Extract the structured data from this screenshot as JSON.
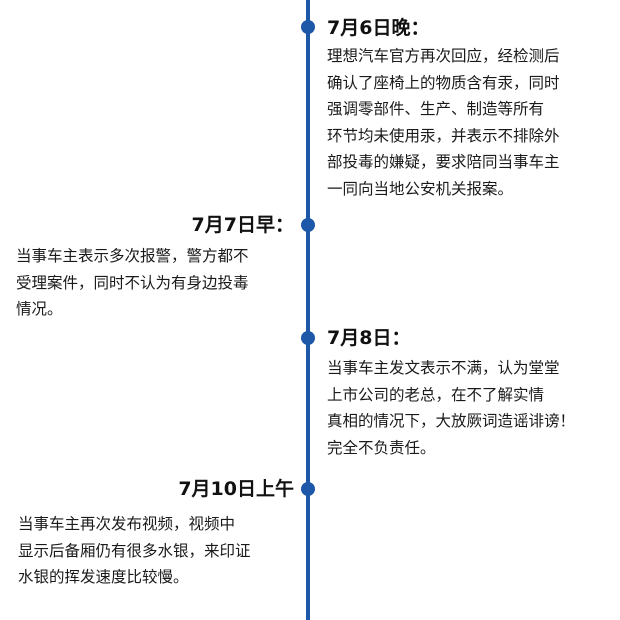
{
  "colors": {
    "timeline": "#1d57a7",
    "text": "#1a1a1a"
  },
  "events": [
    {
      "title": "7月6日晚：",
      "body": "理想汽车官方再次回应，经检测后\n确认了座椅上的物质含有汞，同时\n强调零部件、生产、制造等所有\n环节均未使用汞，并表示不排除外\n部投毒的嫌疑，要求陪同当事车主\n一同向当地公安机关报案。"
    },
    {
      "title": "7月7日早：",
      "body": "当事车主表示多次报警，警方都不\n受理案件，同时不认为有身边投毒\n情况。"
    },
    {
      "title": "7月8日：",
      "body": "当事车主发文表示不满，认为堂堂\n上市公司的老总，在不了解实情\n真相的情况下，大放厥词造谣诽谤！\n完全不负责任。"
    },
    {
      "title": "7月10日上午",
      "body": "当事车主再次发布视频，视频中\n显示后备厢仍有很多水银，来印证\n水银的挥发速度比较慢。"
    }
  ]
}
